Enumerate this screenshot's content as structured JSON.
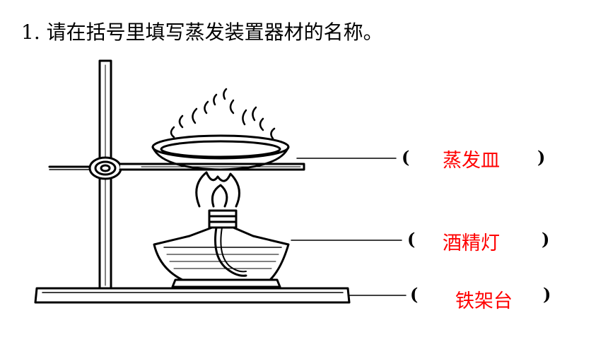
{
  "question": {
    "text": "1. 请在括号里填写蒸发装置器材的名称。"
  },
  "labels": [
    {
      "name": "evaporating-dish",
      "text": "蒸发皿"
    },
    {
      "name": "alcohol-lamp",
      "text": "酒精灯"
    },
    {
      "name": "iron-stand",
      "text": "铁架台"
    }
  ],
  "brackets": {
    "open": "(",
    "close": ")"
  },
  "colors": {
    "answer": "#ff0000",
    "line": "#000000"
  }
}
